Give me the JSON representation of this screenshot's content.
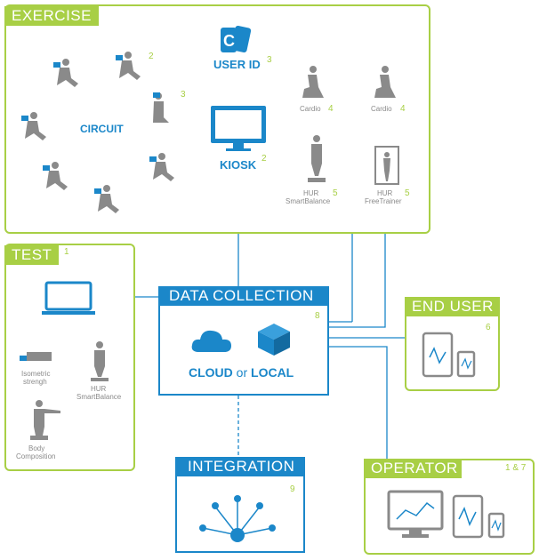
{
  "exercise": {
    "title": "EXERCISE",
    "user_id": {
      "label": "USER ID",
      "num": "3"
    },
    "kiosk": {
      "label": "KIOSK",
      "num": "2"
    },
    "circuit": {
      "label": "CIRCUIT",
      "num_a": "2",
      "num_b": "3"
    },
    "cardio_1": {
      "label": "Cardio",
      "num": "4"
    },
    "cardio_2": {
      "label": "Cardio",
      "num": "4"
    },
    "smartbalance": {
      "label_line1": "HUR",
      "label_line2": "SmartBalance",
      "num": "5"
    },
    "freetrainer": {
      "label_line1": "HUR",
      "label_line2": "FreeTrainer",
      "num": "5"
    }
  },
  "test": {
    "title": "TEST",
    "num": "1",
    "isometric": {
      "label_line1": "Isometric",
      "label_line2": "strengh"
    },
    "smartbalance": {
      "label_line1": "HUR",
      "label_line2": "SmartBalance"
    },
    "body_comp": {
      "label_line1": "Body",
      "label_line2": "Composition"
    }
  },
  "data_collection": {
    "title": "DATA COLLECTION",
    "num": "8",
    "cloud": "CLOUD",
    "or": "or",
    "local": "LOCAL"
  },
  "end_user": {
    "title": "END USER",
    "num": "6"
  },
  "operator": {
    "title": "OPERATOR",
    "num": "1 & 7"
  },
  "integration": {
    "title": "INTEGRATION",
    "num": "9"
  },
  "colors": {
    "green": "#a8cf45",
    "blue": "#1b87c9",
    "gray": "#8a8a8a"
  }
}
